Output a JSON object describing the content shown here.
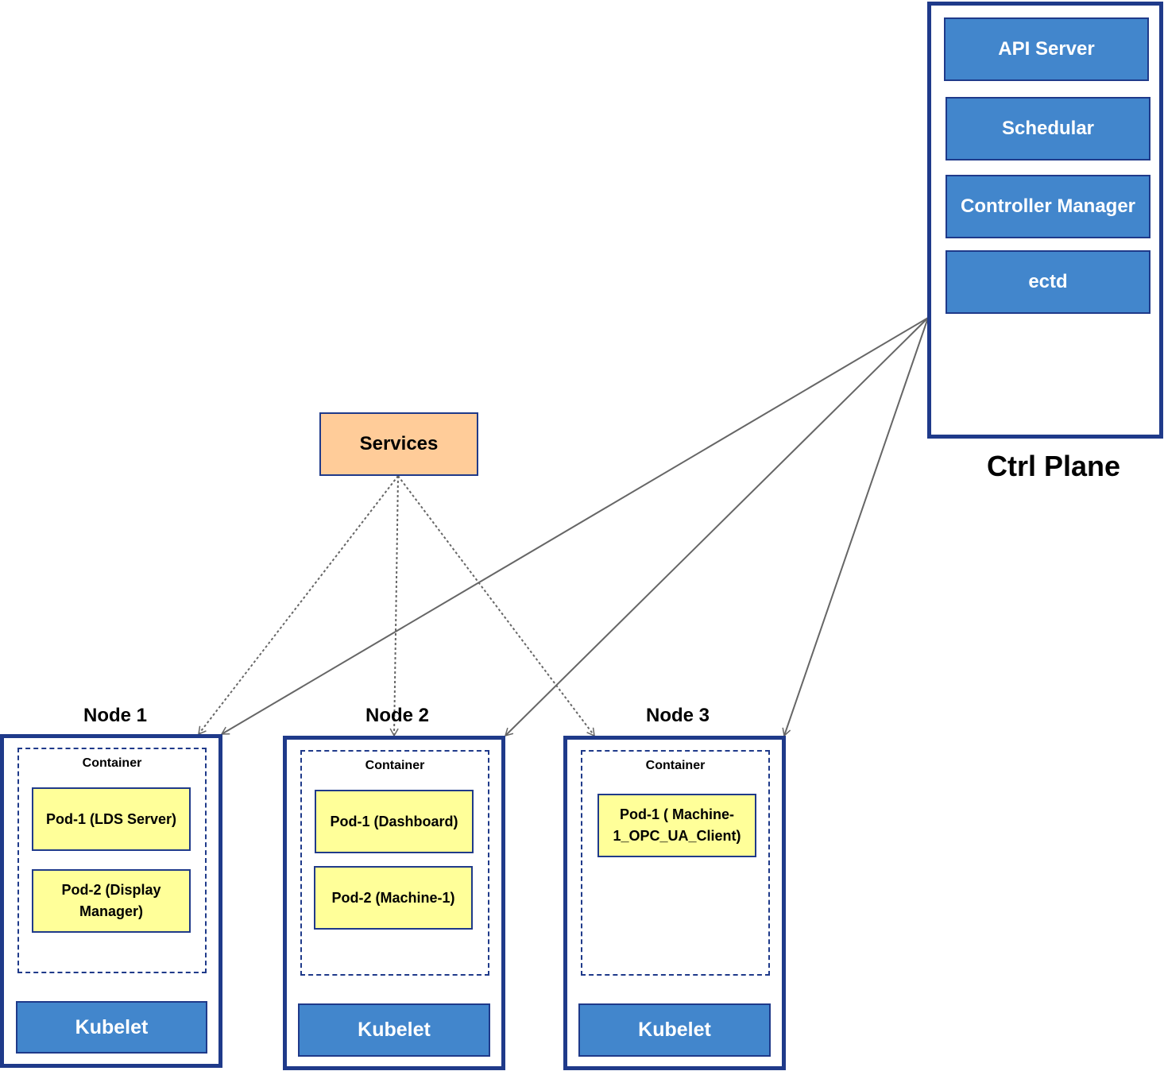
{
  "control_plane": {
    "title": "Ctrl Plane",
    "components": [
      "API Server",
      "Schedular",
      "Controller Manager",
      "ectd"
    ]
  },
  "services": {
    "label": "Services"
  },
  "nodes": [
    {
      "title": "Node 1",
      "container_label": "Container",
      "pods": [
        "Pod-1 (LDS Server)",
        "Pod-2 (Display Manager)"
      ],
      "kubelet": "Kubelet"
    },
    {
      "title": "Node 2",
      "container_label": "Container",
      "pods": [
        "Pod-1 (Dashboard)",
        "Pod-2 (Machine-1)"
      ],
      "kubelet": "Kubelet"
    },
    {
      "title": "Node 3",
      "container_label": "Container",
      "pods": [
        "Pod-1 ( Machine-1_OPC_UA_Client)"
      ],
      "kubelet": "Kubelet"
    }
  ],
  "colors": {
    "frame": "#1f3a8a",
    "component_fill": "#4286cc",
    "pod_fill": "#ffff99",
    "services_fill": "#ffcc99",
    "link": "#666666"
  }
}
